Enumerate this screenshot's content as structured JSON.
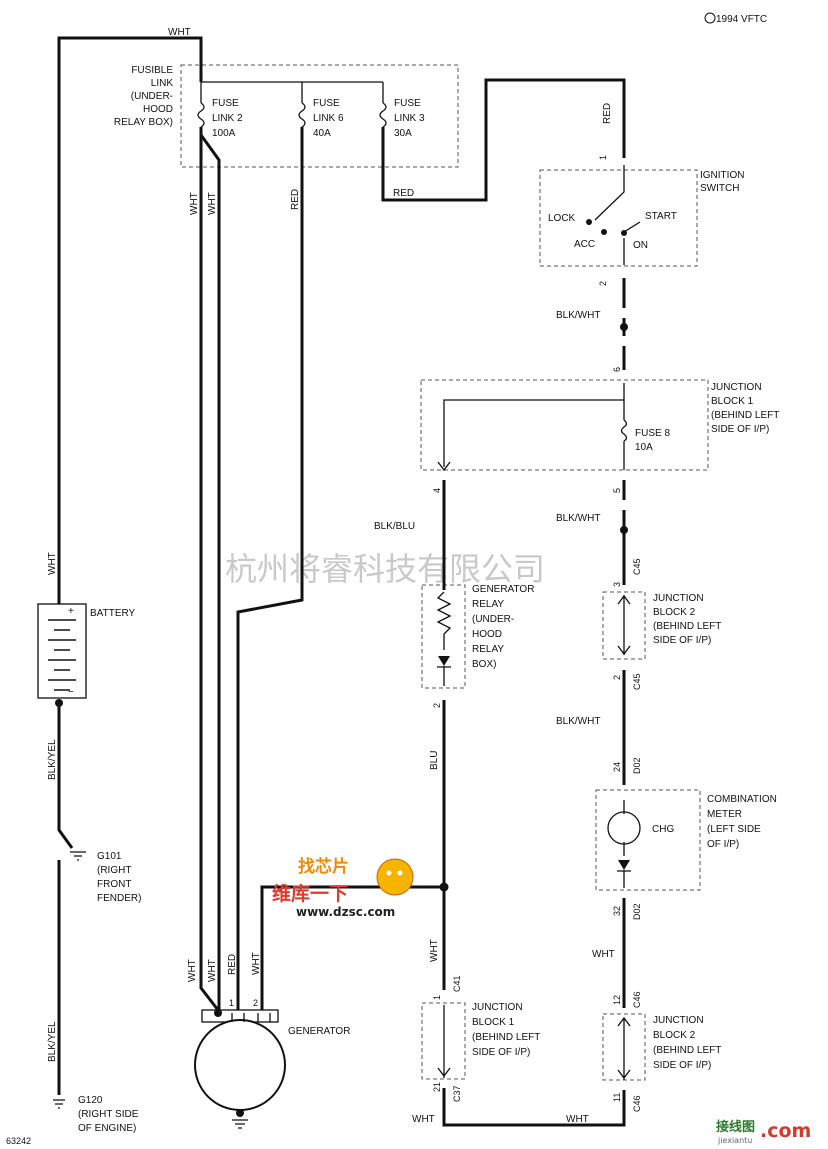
{
  "copyright": "1994 VFTC",
  "fig_id": "63242",
  "wires": {
    "wht_top": "WHT",
    "red_top": "RED",
    "red_ign": "RED",
    "wht_l1": "WHT",
    "wht_l2": "WHT",
    "red_l": "RED",
    "blkwht_1": "BLK/WHT",
    "blkwht_2": "BLK/WHT",
    "blkwht_3": "BLK/WHT",
    "blkblu": "BLK/BLU",
    "blu": "BLU",
    "wht_batt": "WHT",
    "blkyel_1": "BLK/YEL",
    "blkyel_2": "BLK/YEL",
    "wht_gen1": "WHT",
    "wht_gen2": "WHT",
    "red_gen": "RED",
    "wht_gen3": "WHT",
    "wht_mid": "WHT",
    "wht_right": "WHT",
    "wht_bot1": "WHT",
    "wht_bot2": "WHT"
  },
  "fusible_link": [
    "FUSIBLE",
    "LINK",
    "(UNDER-",
    "HOOD",
    "RELAY BOX)"
  ],
  "fuses": [
    {
      "lines": [
        "FUSE",
        "LINK 2",
        "100A"
      ]
    },
    {
      "lines": [
        "FUSE",
        "LINK 6",
        "40A"
      ]
    },
    {
      "lines": [
        "FUSE",
        "LINK 3",
        "30A"
      ]
    }
  ],
  "ignition": {
    "title": [
      "IGNITION",
      "SWITCH"
    ],
    "lock": "LOCK",
    "acc": "ACC",
    "start": "START",
    "on": "ON"
  },
  "jb1_top": {
    "title": [
      "JUNCTION",
      "BLOCK 1",
      "(BEHIND LEFT",
      "SIDE OF I/P)"
    ],
    "fuse": [
      "FUSE 8",
      "10A"
    ]
  },
  "jb2_mid": {
    "title": [
      "JUNCTION",
      "BLOCK 2",
      "(BEHIND LEFT",
      "SIDE OF I/P)"
    ]
  },
  "gen_relay": {
    "title": [
      "GENERATOR",
      "RELAY",
      "(UNDER-",
      "HOOD",
      "RELAY",
      "BOX)"
    ]
  },
  "comb_meter": {
    "title": [
      "COMBINATION",
      "METER",
      "(LEFT SIDE",
      "OF I/P)"
    ],
    "chg": "CHG"
  },
  "jb1_bot": {
    "title": [
      "JUNCTION",
      "BLOCK 1",
      "(BEHIND LEFT",
      "SIDE OF I/P)"
    ]
  },
  "jb2_bot": {
    "title": [
      "JUNCTION",
      "BLOCK 2",
      "(BEHIND LEFT",
      "SIDE OF I/P)"
    ]
  },
  "battery": "BATTERY",
  "generator": "GENERATOR",
  "g101": [
    "G101",
    "(RIGHT",
    "FRONT",
    "FENDER)"
  ],
  "g120": [
    "G120",
    "(RIGHT SIDE",
    "OF ENGINE)"
  ],
  "pins": {
    "ign1": "1",
    "ign2": "2",
    "jb1_6": "6",
    "jb1_5": "5",
    "jb1_4": "4",
    "jb2_3": "3",
    "jb2_2": "2",
    "c45_a": "C45",
    "c45_b": "C45",
    "m24": "24",
    "m32": "32",
    "d02_a": "D02",
    "d02_b": "D02",
    "jb2_12": "12",
    "jb2_11": "11",
    "c46_a": "C46",
    "c46_b": "C46",
    "rel2": "2",
    "jb1b_1": "1",
    "jb1b_21": "21",
    "c41": "C41",
    "c37": "C37",
    "gen1": "1",
    "gen2": "2"
  },
  "watermarks": {
    "company": "杭州将睿科技有限公司",
    "logo_top": "找芯片",
    "logo_mid": "维库一下",
    "logo_url": "www.dzsc.com",
    "corner_cn": "接线图",
    "corner_com": ".com",
    "corner_url": "jiexiantu"
  }
}
